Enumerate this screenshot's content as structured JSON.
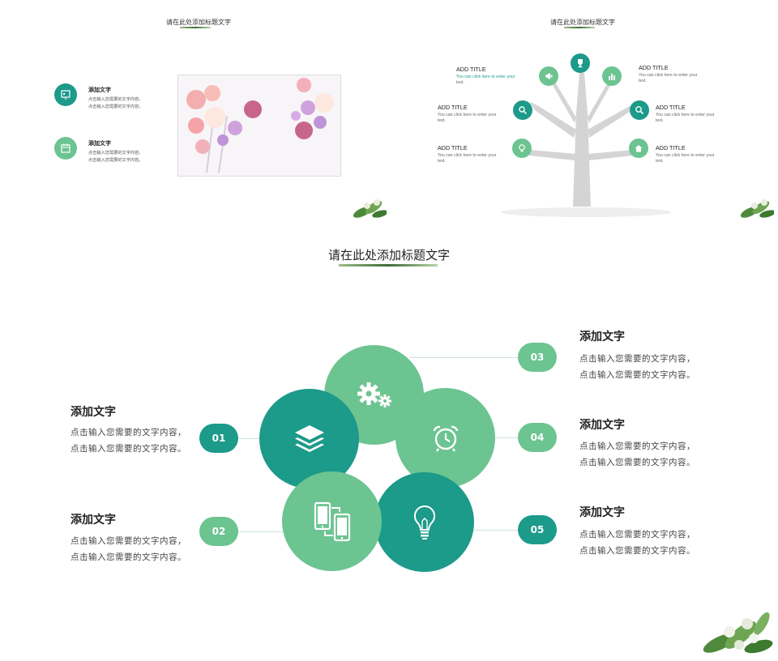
{
  "colors": {
    "dark_green": "#1c9a8a",
    "light_green": "#6cc491",
    "mid_green": "#5bbf89"
  },
  "slide1": {
    "title": "请在此处添加标题文字",
    "items": [
      {
        "heading": "添加文字",
        "line1": "点击输入您需要的文字内容。",
        "line2": "点击输入您需要的文字内容。",
        "icon": "presentation-icon"
      },
      {
        "heading": "添加文字",
        "line1": "点击输入您需要的文字内容。",
        "line2": "点击输入您需要的文字内容。",
        "icon": "calendar-icon"
      }
    ]
  },
  "slide2": {
    "title": "请在此处添加标题文字",
    "left": [
      {
        "heading": "ADD TITLE",
        "body1": "You can click here to enter your",
        "body2": "text."
      },
      {
        "heading": "ADD TITLE",
        "body1": "You can click here to enter your",
        "body2": "text."
      },
      {
        "heading": "ADD TITLE",
        "body1": "You can click here to enter your",
        "body2": "text."
      }
    ],
    "right": [
      {
        "heading": "ADD TITLE",
        "body1": "You can click here to enter your",
        "body2": "text."
      },
      {
        "heading": "ADD TITLE",
        "body1": "You can click here to enter your",
        "body2": "text."
      },
      {
        "heading": "ADD TITLE",
        "body1": "You can click here to enter your",
        "body2": "text."
      }
    ]
  },
  "slide3": {
    "title": "请在此处添加标题文字",
    "items": [
      {
        "num": "01",
        "heading": "添加文字",
        "line1": "点击输入您需要的文字内容，",
        "line2": "点击输入您需要的文字内容。"
      },
      {
        "num": "02",
        "heading": "添加文字",
        "line1": "点击输入您需要的文字内容，",
        "line2": "点击输入您需要的文字内容。"
      },
      {
        "num": "03",
        "heading": "添加文字",
        "line1": "点击输入您需要的文字内容，",
        "line2": "点击输入您需要的文字内容。"
      },
      {
        "num": "04",
        "heading": "添加文字",
        "line1": "点击输入您需要的文字内容，",
        "line2": "点击输入您需要的文字内容。"
      },
      {
        "num": "05",
        "heading": "添加文字",
        "line1": "点击输入您需要的文字内容，",
        "line2": "点击输入您需要的文字内容。"
      }
    ]
  }
}
